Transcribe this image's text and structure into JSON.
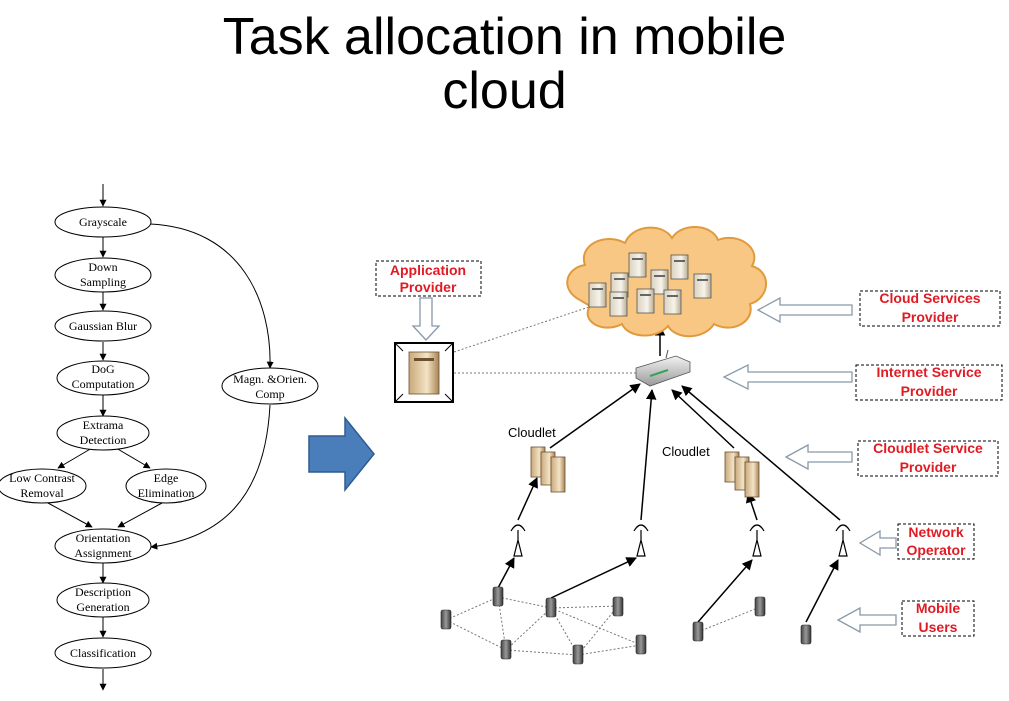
{
  "title": [
    "Task allocation in mobile",
    "cloud"
  ],
  "flowchart": {
    "grayscale": "Grayscale",
    "down_sampling": [
      "Down",
      "Sampling"
    ],
    "gaussian_blur": "Gaussian Blur",
    "dog_computation": [
      "DoG",
      "Computation"
    ],
    "magn_orien": [
      "Magn. &Orien.",
      "Comp"
    ],
    "extrama_detection": [
      "Extrama",
      "Detection"
    ],
    "low_contrast": [
      "Low Contrast",
      "Removal"
    ],
    "edge_elimination": [
      "Edge",
      "Elimination"
    ],
    "orientation_assignment": [
      "Orientation",
      "Assignment"
    ],
    "description_generation": [
      "Description",
      "Generation"
    ],
    "classification": "Classification"
  },
  "network": {
    "application_provider": [
      "Application",
      "Provider"
    ],
    "cloud_services_provider": [
      "Cloud Services",
      "Provider"
    ],
    "internet_service_provider": [
      "Internet Service",
      "Provider"
    ],
    "cloudlet_service_provider": [
      "Cloudlet Service",
      "Provider"
    ],
    "network_operator": [
      "Network",
      "Operator"
    ],
    "mobile_users": [
      "Mobile",
      "Users"
    ],
    "cloudlet_left": "Cloudlet",
    "cloudlet_right": "Cloudlet"
  },
  "colors": {
    "label_red": "#e01b24",
    "big_arrow_fill": "#4a7ebb",
    "big_arrow_stroke": "#2f5c8f",
    "cloud_fill": "#f9c784",
    "cloud_stroke": "#e09a3e",
    "hollow_arrow_stroke": "#8899aa"
  }
}
